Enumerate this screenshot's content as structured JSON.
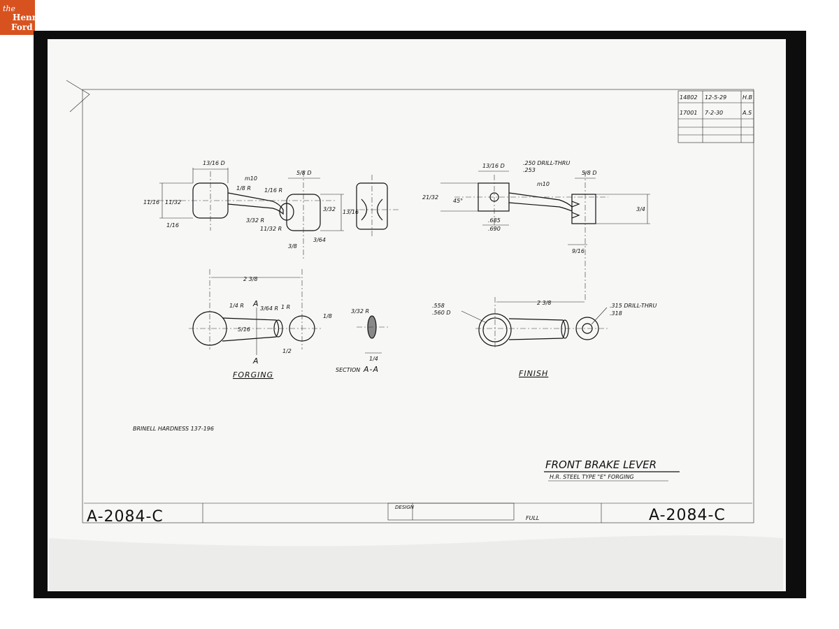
{
  "logo": {
    "line1": "the",
    "line2": "Henry",
    "line3": "Ford"
  },
  "revision": {
    "row1": {
      "number": "14802",
      "date": "12-5-29",
      "initials": "H.B"
    },
    "row2": {
      "number": "17001",
      "date": "7-2-30",
      "initials": "A.S"
    }
  },
  "views": {
    "forging": "FORGING",
    "section": "SECTION",
    "section_mark": "A-A",
    "finish": "FINISH",
    "section_letter": "A"
  },
  "notes": {
    "hardness": "BRINELL HARDNESS 137-196",
    "drill_top": ".250 DRILL-THRU",
    "drill_top_2": ".253",
    "drill_right": ".315 DRILL-THRU",
    "drill_right_2": ".318",
    "bore_1": ".558",
    "bore_2": ".560 D",
    "center_1": ".685",
    "center_2": ".690",
    "dim_13d": "13/16 D",
    "dim_5d": "5/8 D",
    "dim_center": "2 3/8",
    "dim_m10": "m10",
    "dim_angle": "45°",
    "dim_r18": "1/8 R",
    "dim_r116": "1/16 R",
    "dim_r332": "3/32 R",
    "dim_r11": "11/32 R",
    "dim_r14": "1/4 R",
    "dim_r364": "3/64 R",
    "dim_r1": "1 R",
    "dim_v1": "11/32",
    "dim_v2": "11/16",
    "dim_v3": "1/16",
    "dim_v4": "3/32",
    "dim_v5": "13/16",
    "dim_v6": "3/8",
    "dim_v7": "3/64",
    "dim_v8": "21/32",
    "dim_v9": "3/4",
    "dim_v10": "9/16",
    "dim_v11": "5/16",
    "dim_v12": "1/8",
    "dim_v13": "1/2",
    "dim_v14": "1/4"
  },
  "title_block": {
    "title": "FRONT BRAKE LEVER",
    "material": "H.R. STEEL TYPE \"E\" FORGING",
    "scale": "FULL",
    "drawing_number_left": "A-2084-C",
    "drawing_number_right": "A-2084-C",
    "design_label": "DESIGN"
  }
}
